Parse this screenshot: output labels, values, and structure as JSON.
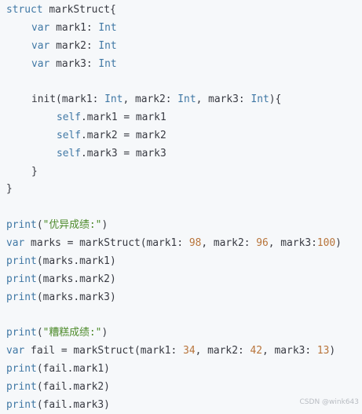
{
  "code": {
    "struct_kw": "struct",
    "struct_name": "markStruct{",
    "var_kw": "var",
    "int_type": "Int",
    "prop1": "mark1:",
    "prop2": "mark2:",
    "prop3": "mark3:",
    "init_open": "init(",
    "init_params_a": "mark1: ",
    "init_params_b": ", mark2: ",
    "init_params_c": ", mark3: ",
    "init_close": "){",
    "self_kw": "self",
    "assign1": ".mark1 = mark1",
    "assign2": ".mark2 = mark2",
    "assign3": ".mark3 = mark3",
    "close_brace": "}",
    "print_fn": "print",
    "str_excellent": "\"优异成绩:\"",
    "str_bad": "\"糟糕成绩:\"",
    "open_paren": "(",
    "close_paren": ")",
    "marks_decl": " marks = markStruct(mark1: ",
    "marks_v1": "98",
    "marks_sep2": ", mark2: ",
    "marks_v2": "96",
    "marks_sep3": ", mark3:",
    "marks_v3": "100",
    "print_marks1": "(marks.mark1)",
    "print_marks2": "(marks.mark2)",
    "print_marks3": "(marks.mark3)",
    "fail_decl": " fail = markStruct(mark1: ",
    "fail_v1": "34",
    "fail_sep2": ", mark2: ",
    "fail_v2": "42",
    "fail_sep3": ", mark3: ",
    "fail_v3": "13",
    "print_fail1": "(fail.mark1)",
    "print_fail2": "(fail.mark2)",
    "print_fail3": "(fail.mark3)"
  },
  "watermark": "CSDN @wink643",
  "colors": {
    "background": "#f6f8fa",
    "keyword": "#4078a5",
    "number": "#b8743a",
    "string": "#4c8a2a",
    "plain": "#383a42"
  }
}
